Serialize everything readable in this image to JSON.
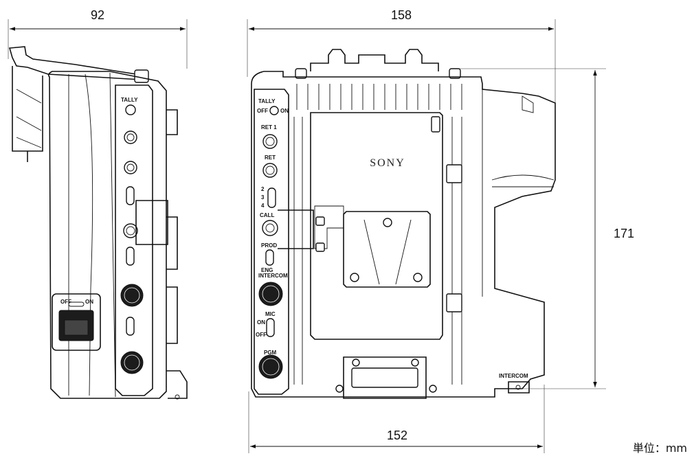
{
  "dimensions": {
    "side_width": "92",
    "front_width_top": "158",
    "front_width_bottom": "152",
    "height": "171",
    "unit": "単位：mm"
  },
  "panel_labels": {
    "tally": "TALLY",
    "tally_off": "OFF",
    "tally_on": "ON",
    "ret1": "RET 1",
    "ret": "RET",
    "sel_2": "2",
    "sel_3": "3",
    "sel_4": "4",
    "call": "CALL",
    "prod": "PROD",
    "eng": "ENG",
    "intercom": "INTERCOM",
    "mic": "MIC",
    "mic_on": "ON",
    "mic_off": "OFF",
    "pgm": "PGM",
    "intercom_side": "INTERCOM",
    "switch_off": "OFF",
    "switch_on": "ON"
  },
  "brand": "SONY"
}
